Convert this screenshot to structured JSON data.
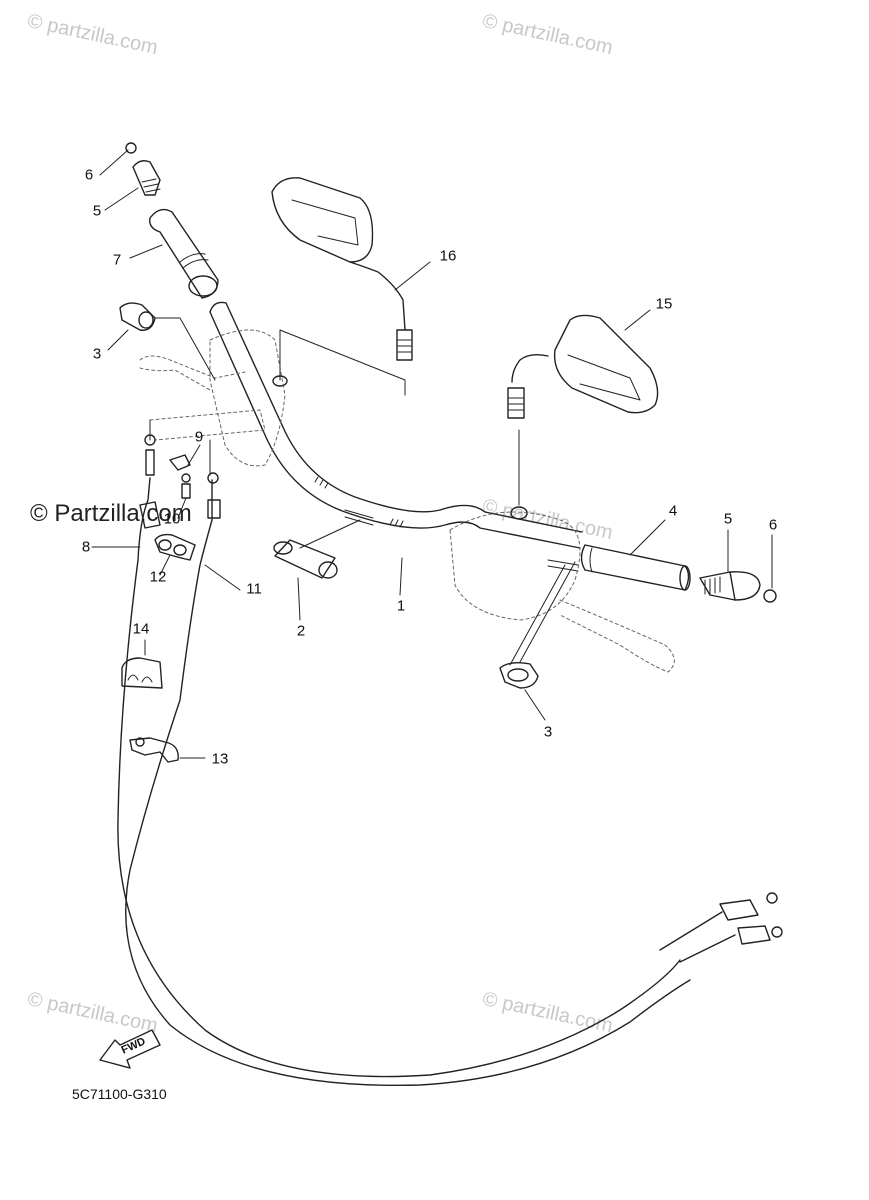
{
  "diagram": {
    "title": "",
    "part_code": "5C71100-G310",
    "fwd_label": "FWD",
    "callouts": [
      {
        "id": "c6a",
        "label": "6"
      },
      {
        "id": "c5a",
        "label": "5"
      },
      {
        "id": "c7",
        "label": "7"
      },
      {
        "id": "c3a",
        "label": "3"
      },
      {
        "id": "c9",
        "label": "9"
      },
      {
        "id": "c10",
        "label": "10"
      },
      {
        "id": "c8",
        "label": "8"
      },
      {
        "id": "c12",
        "label": "12"
      },
      {
        "id": "c11",
        "label": "11"
      },
      {
        "id": "c14",
        "label": "14"
      },
      {
        "id": "c13",
        "label": "13"
      },
      {
        "id": "c16",
        "label": "16"
      },
      {
        "id": "c15",
        "label": "15"
      },
      {
        "id": "c4",
        "label": "4"
      },
      {
        "id": "c5b",
        "label": "5"
      },
      {
        "id": "c6b",
        "label": "6"
      },
      {
        "id": "c1",
        "label": "1"
      },
      {
        "id": "c2",
        "label": "2"
      },
      {
        "id": "c3b",
        "label": "3"
      }
    ]
  },
  "watermarks": {
    "faint": "© partzilla.com",
    "strong": "© Partzilla.com"
  }
}
